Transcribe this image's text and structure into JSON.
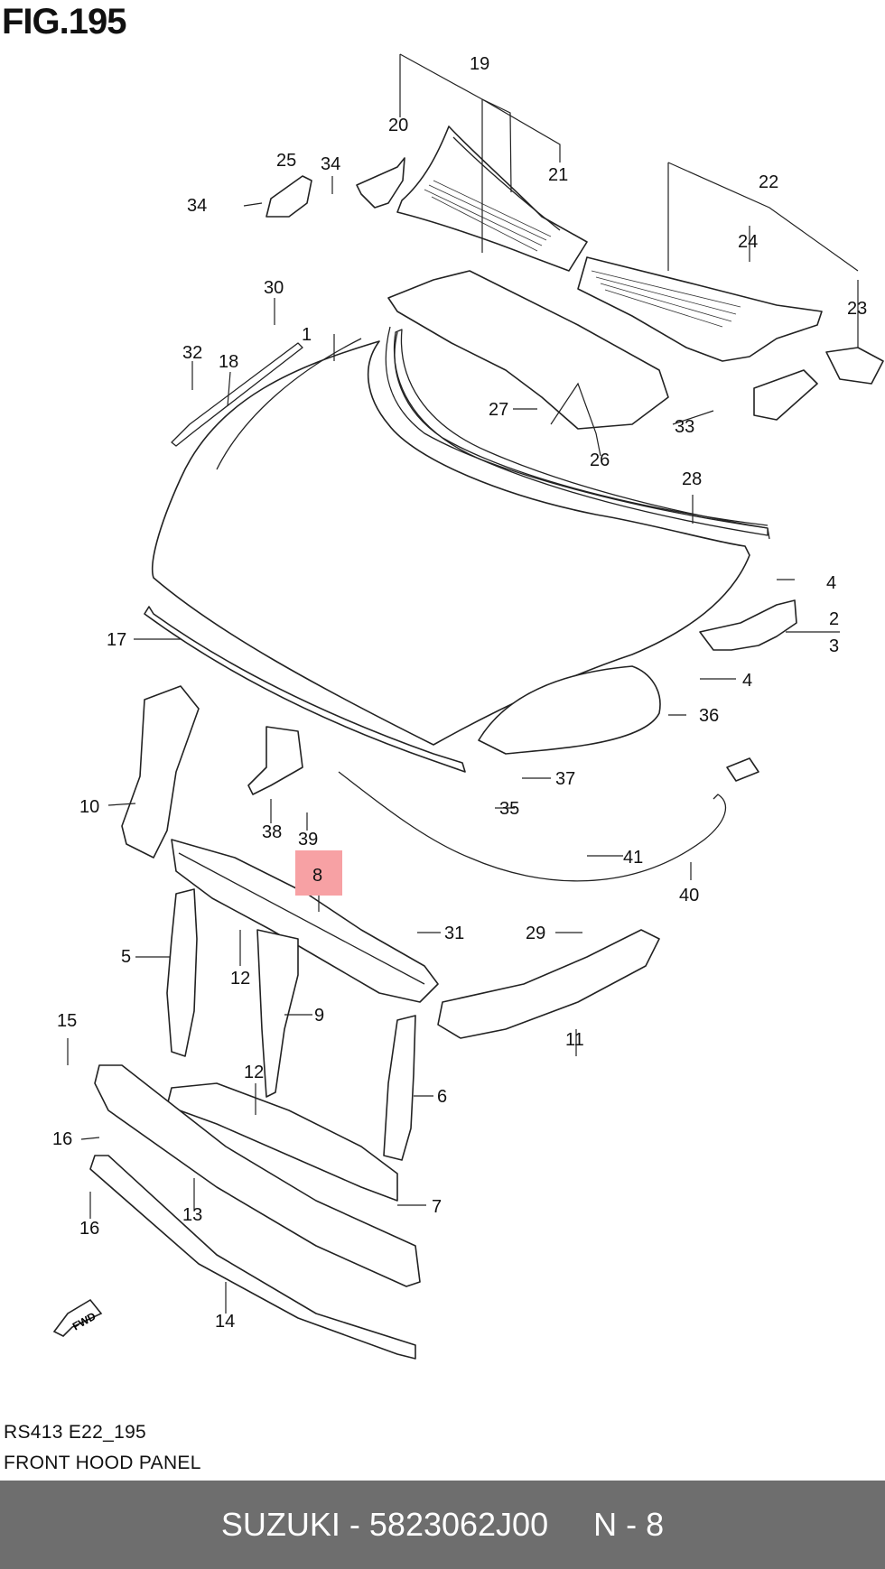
{
  "figure": {
    "title": "FIG.195",
    "highlighted_label": "8",
    "highlight_color": "#f7a1a4",
    "callouts": [
      "1",
      "2",
      "3",
      "4",
      "5",
      "6",
      "7",
      "8",
      "9",
      "10",
      "11",
      "12",
      "13",
      "14",
      "15",
      "16",
      "17",
      "18",
      "19",
      "20",
      "21",
      "22",
      "23",
      "24",
      "25",
      "26",
      "27",
      "28",
      "29",
      "30",
      "31",
      "32",
      "33",
      "34",
      "35",
      "36",
      "37",
      "38",
      "39",
      "40",
      "41"
    ],
    "fwd_badge": "FWD"
  },
  "caption": {
    "code": "RS413 E22_195",
    "name": "FRONT HOOD PANEL"
  },
  "footer": {
    "part": "SUZUKI - 5823062J00",
    "ref": "N - 8",
    "background": "#6e6e6e"
  }
}
